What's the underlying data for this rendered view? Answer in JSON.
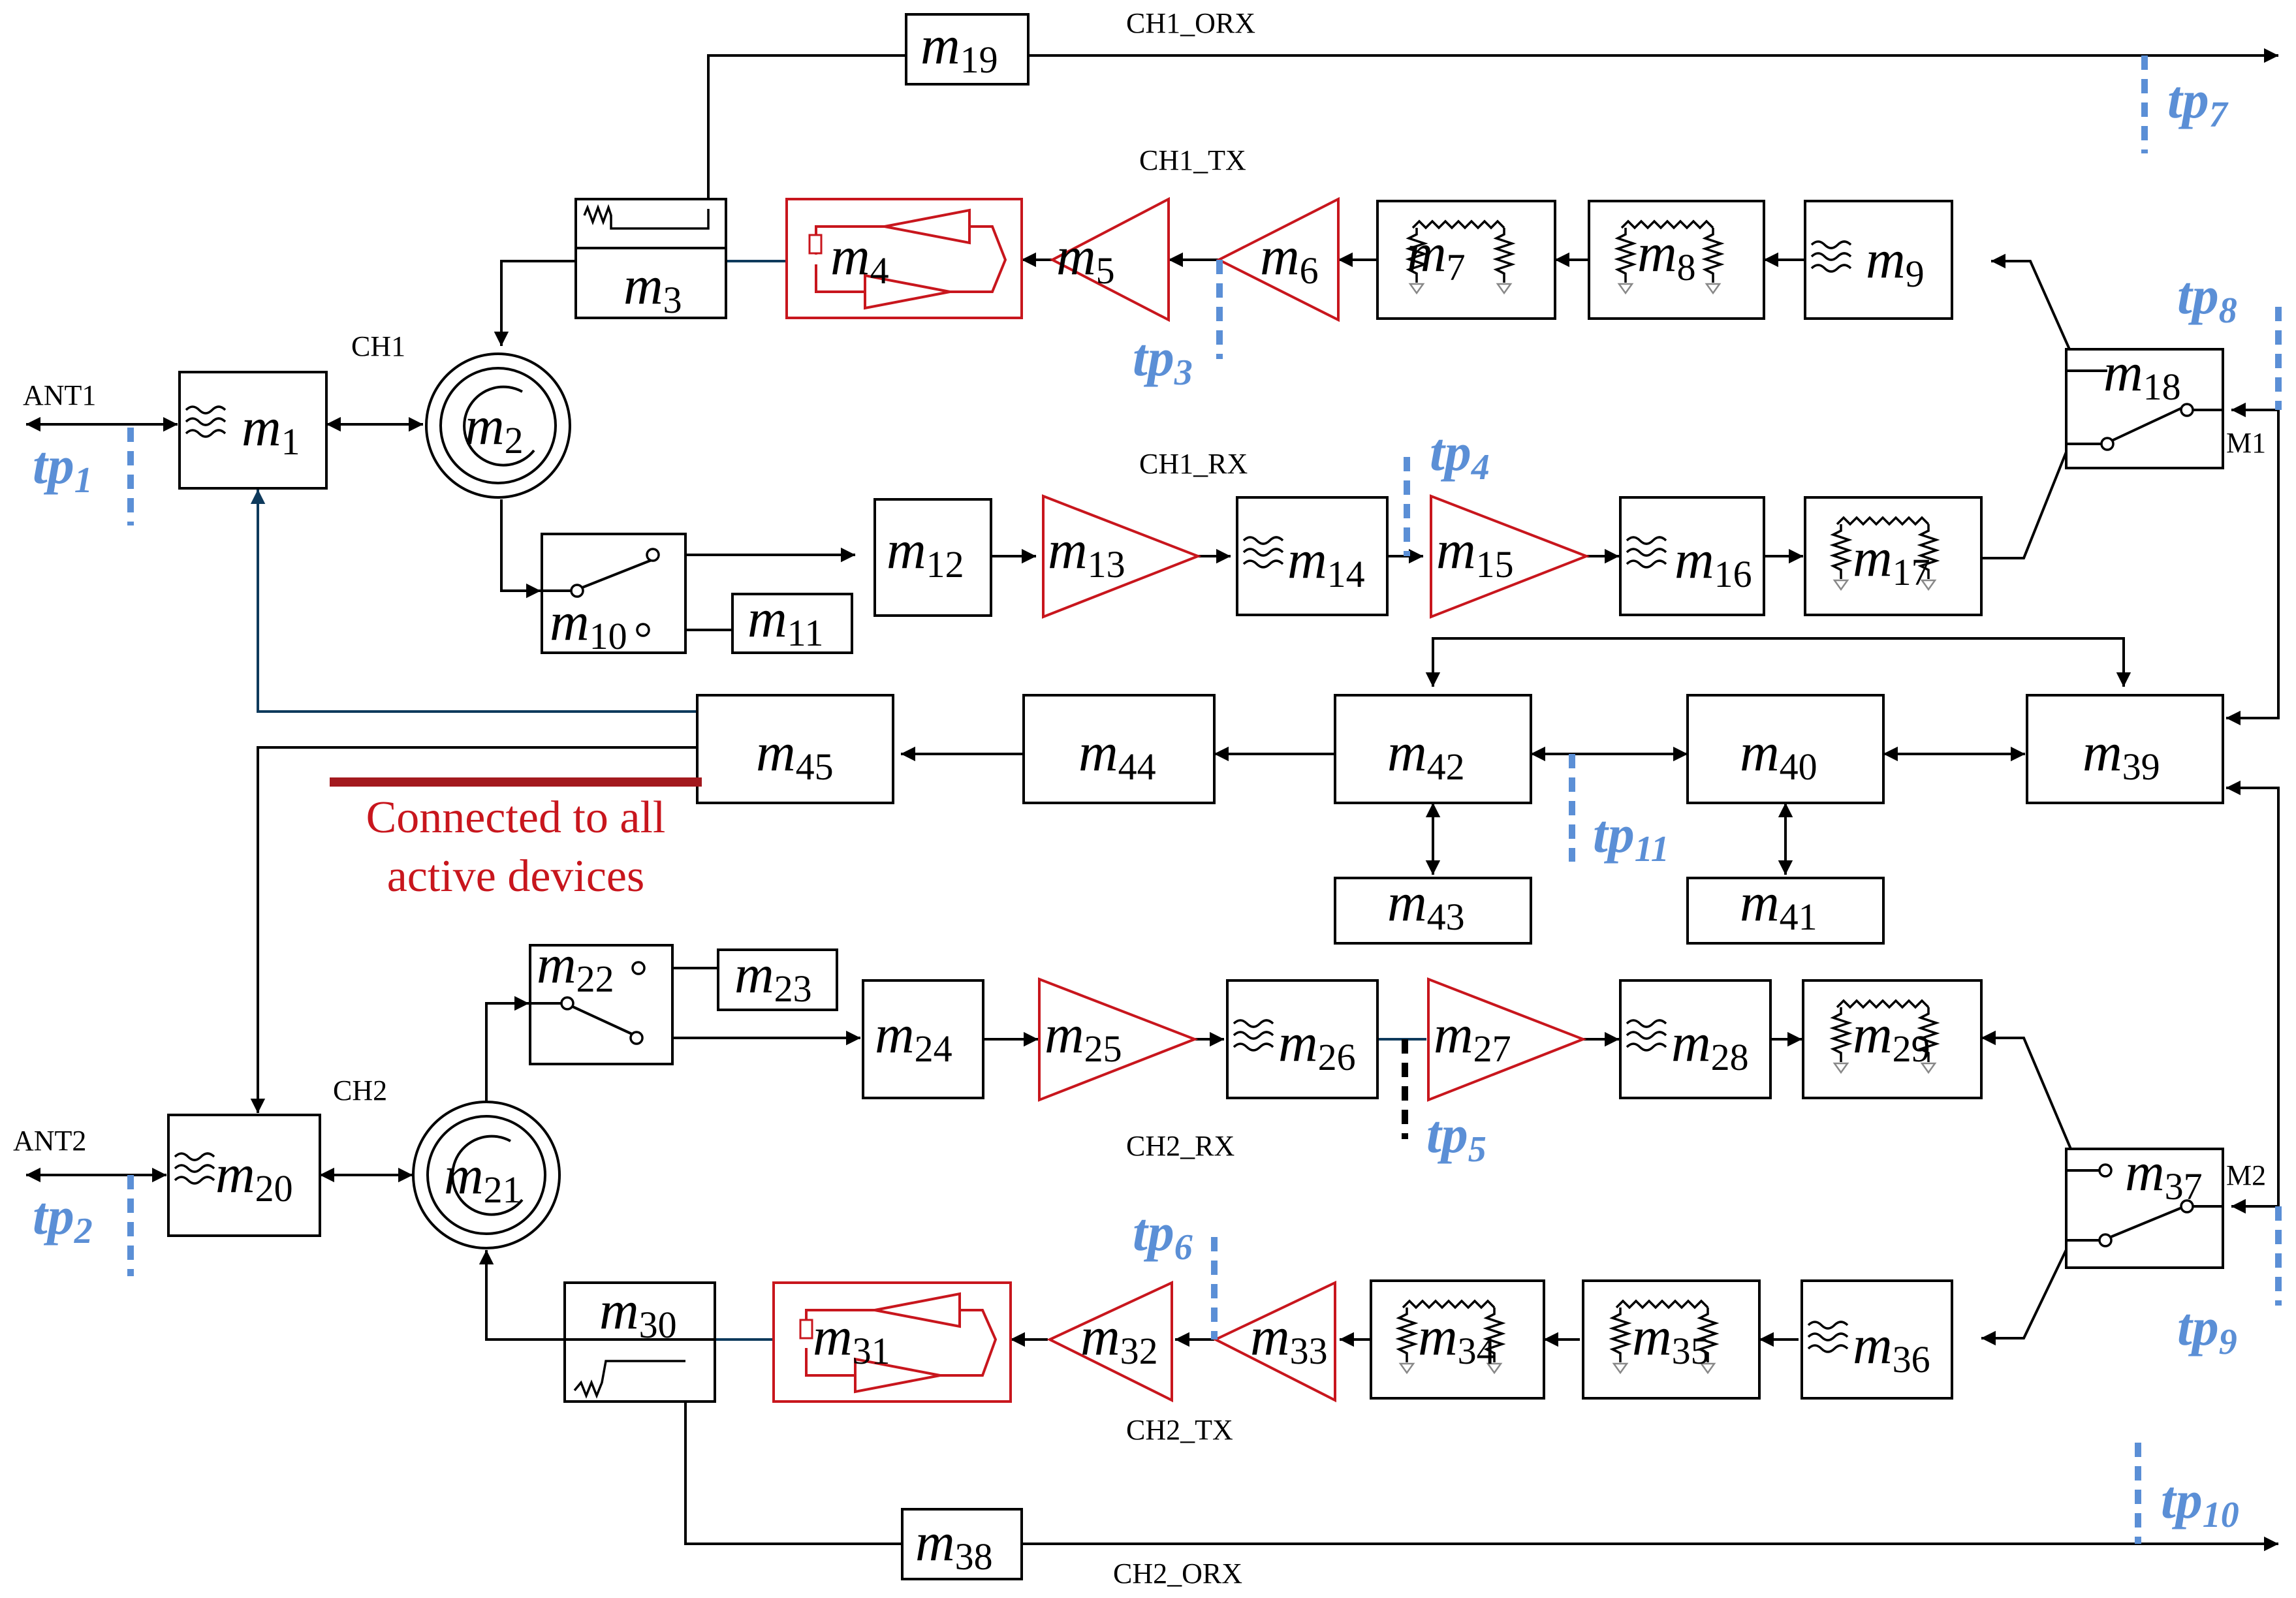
{
  "modules": {
    "m1": {
      "sym": "m",
      "sub": "1"
    },
    "m2": {
      "sym": "m",
      "sub": "2"
    },
    "m3": {
      "sym": "m",
      "sub": "3"
    },
    "m4": {
      "sym": "m",
      "sub": "4"
    },
    "m5": {
      "sym": "m",
      "sub": "5"
    },
    "m6": {
      "sym": "m",
      "sub": "6"
    },
    "m7": {
      "sym": "m",
      "sub": "7"
    },
    "m8": {
      "sym": "m",
      "sub": "8"
    },
    "m9": {
      "sym": "m",
      "sub": "9"
    },
    "m10": {
      "sym": "m",
      "sub": "10"
    },
    "m11": {
      "sym": "m",
      "sub": "11"
    },
    "m12": {
      "sym": "m",
      "sub": "12"
    },
    "m13": {
      "sym": "m",
      "sub": "13"
    },
    "m14": {
      "sym": "m",
      "sub": "14"
    },
    "m15": {
      "sym": "m",
      "sub": "15"
    },
    "m16": {
      "sym": "m",
      "sub": "16"
    },
    "m17": {
      "sym": "m",
      "sub": "17"
    },
    "m18": {
      "sym": "m",
      "sub": "18"
    },
    "m19": {
      "sym": "m",
      "sub": "19"
    },
    "m20": {
      "sym": "m",
      "sub": "20"
    },
    "m21": {
      "sym": "m",
      "sub": "21"
    },
    "m22": {
      "sym": "m",
      "sub": "22"
    },
    "m23": {
      "sym": "m",
      "sub": "23"
    },
    "m24": {
      "sym": "m",
      "sub": "24"
    },
    "m25": {
      "sym": "m",
      "sub": "25"
    },
    "m26": {
      "sym": "m",
      "sub": "26"
    },
    "m27": {
      "sym": "m",
      "sub": "27"
    },
    "m28": {
      "sym": "m",
      "sub": "28"
    },
    "m29": {
      "sym": "m",
      "sub": "29"
    },
    "m30": {
      "sym": "m",
      "sub": "30"
    },
    "m31": {
      "sym": "m",
      "sub": "31"
    },
    "m32": {
      "sym": "m",
      "sub": "32"
    },
    "m33": {
      "sym": "m",
      "sub": "33"
    },
    "m34": {
      "sym": "m",
      "sub": "34"
    },
    "m35": {
      "sym": "m",
      "sub": "35"
    },
    "m36": {
      "sym": "m",
      "sub": "36"
    },
    "m37": {
      "sym": "m",
      "sub": "37"
    },
    "m38": {
      "sym": "m",
      "sub": "38"
    },
    "m39": {
      "sym": "m",
      "sub": "39"
    },
    "m40": {
      "sym": "m",
      "sub": "40"
    },
    "m41": {
      "sym": "m",
      "sub": "41"
    },
    "m42": {
      "sym": "m",
      "sub": "42"
    },
    "m43": {
      "sym": "m",
      "sub": "43"
    },
    "m44": {
      "sym": "m",
      "sub": "44"
    },
    "m45": {
      "sym": "m",
      "sub": "45"
    }
  },
  "test_points": {
    "tp1": {
      "sym": "tp",
      "sub": "1"
    },
    "tp2": {
      "sym": "tp",
      "sub": "2"
    },
    "tp3": {
      "sym": "tp",
      "sub": "3"
    },
    "tp4": {
      "sym": "tp",
      "sub": "4"
    },
    "tp5": {
      "sym": "tp",
      "sub": "5"
    },
    "tp6": {
      "sym": "tp",
      "sub": "6"
    },
    "tp7": {
      "sym": "tp",
      "sub": "7"
    },
    "tp8": {
      "sym": "tp",
      "sub": "8"
    },
    "tp9": {
      "sym": "tp",
      "sub": "9"
    },
    "tp10": {
      "sym": "tp",
      "sub": "10"
    },
    "tp11": {
      "sym": "tp",
      "sub": "11"
    }
  },
  "nets": {
    "ant1": "ANT1",
    "ant2": "ANT2",
    "ch1": "CH1",
    "ch2": "CH2",
    "ch1_orx": "CH1_ORX",
    "ch1_tx": "CH1_TX",
    "ch1_rx": "CH1_RX",
    "ch2_rx": "CH2_RX",
    "ch2_tx": "CH2_TX",
    "ch2_orx": "CH2_ORX",
    "sw_m1": "M1",
    "sw_m2": "M2"
  },
  "annotation": {
    "line1": "Connected to all",
    "line2": "active devices"
  },
  "colors": {
    "active_device": "#c8161d",
    "test_point": "#5b8fd6",
    "control_line": "#0e3a5c"
  }
}
